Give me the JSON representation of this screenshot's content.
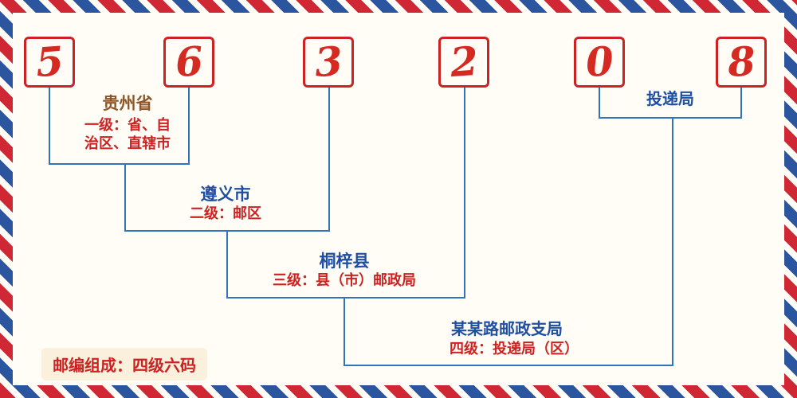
{
  "postal_code": {
    "digits": [
      "5",
      "6",
      "3",
      "2",
      "0",
      "8"
    ]
  },
  "annotations": {
    "level1": {
      "name": "贵州省",
      "desc_line1": "一级：省、自",
      "desc_line2": "治区、直辖市"
    },
    "level2": {
      "name": "遵义市",
      "desc": "二级：邮区"
    },
    "level3": {
      "name": "桐梓县",
      "desc": "三级：县（市）邮政局"
    },
    "level4": {
      "name": "某某路邮政支局",
      "desc": "四级：投递局（区）"
    },
    "delivery": {
      "name": "投递局"
    }
  },
  "footer": {
    "note": "邮编组成：四级六码"
  },
  "colors": {
    "digit_red": "#d42a21",
    "box_border_red": "#cc2222",
    "connector_blue": "#3273bd",
    "label_blue": "#1f4fa0",
    "province_brown": "#8b572a",
    "desc_red": "#cc2222",
    "stripe_red": "#cf2734",
    "stripe_blue": "#2c55a0",
    "badge_background": "#faf0dc",
    "page_background": "#fffdf6"
  }
}
